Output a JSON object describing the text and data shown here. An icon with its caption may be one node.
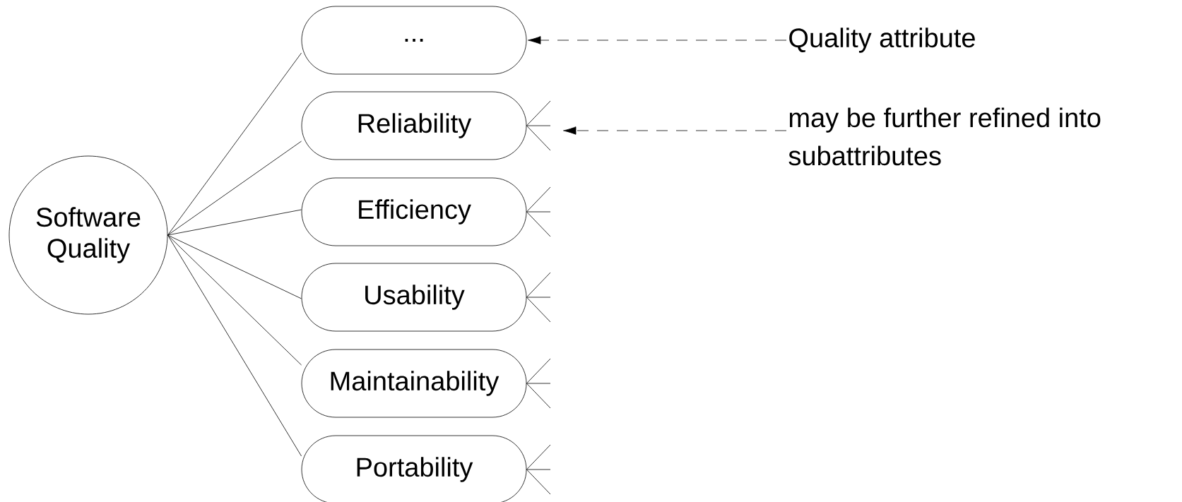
{
  "diagram": {
    "nodes": [
      {
        "text": [
          "Software Quality"
        ]
      },
      {
        "text": [
          "..."
        ]
      },
      {
        "text": [
          "Reliability"
        ]
      },
      {
        "text": [
          "Efficiency"
        ]
      },
      {
        "text": [
          "Usability"
        ]
      },
      {
        "text": [
          "Maintainability"
        ]
      },
      {
        "text": [
          "Portability"
        ]
      },
      {
        "text": [
          "Quality attribute"
        ]
      },
      {
        "text": [
          "may be further refined into subattributes"
        ]
      }
    ],
    "edges": [
      {
        "from": 0,
        "to": 1,
        "arrow": "none"
      },
      {
        "from": 0,
        "to": 2,
        "arrow": "none"
      },
      {
        "from": 0,
        "to": 3,
        "arrow": "none"
      },
      {
        "from": 0,
        "to": 4,
        "arrow": "none"
      },
      {
        "from": 0,
        "to": 5,
        "arrow": "none"
      },
      {
        "from": 0,
        "to": 6,
        "arrow": "none"
      },
      {
        "from": 7,
        "to": 1,
        "arrow": "to",
        "style": "dashed"
      },
      {
        "from": 8,
        "to": 2,
        "arrow": "to",
        "style": "dashed"
      }
    ]
  }
}
